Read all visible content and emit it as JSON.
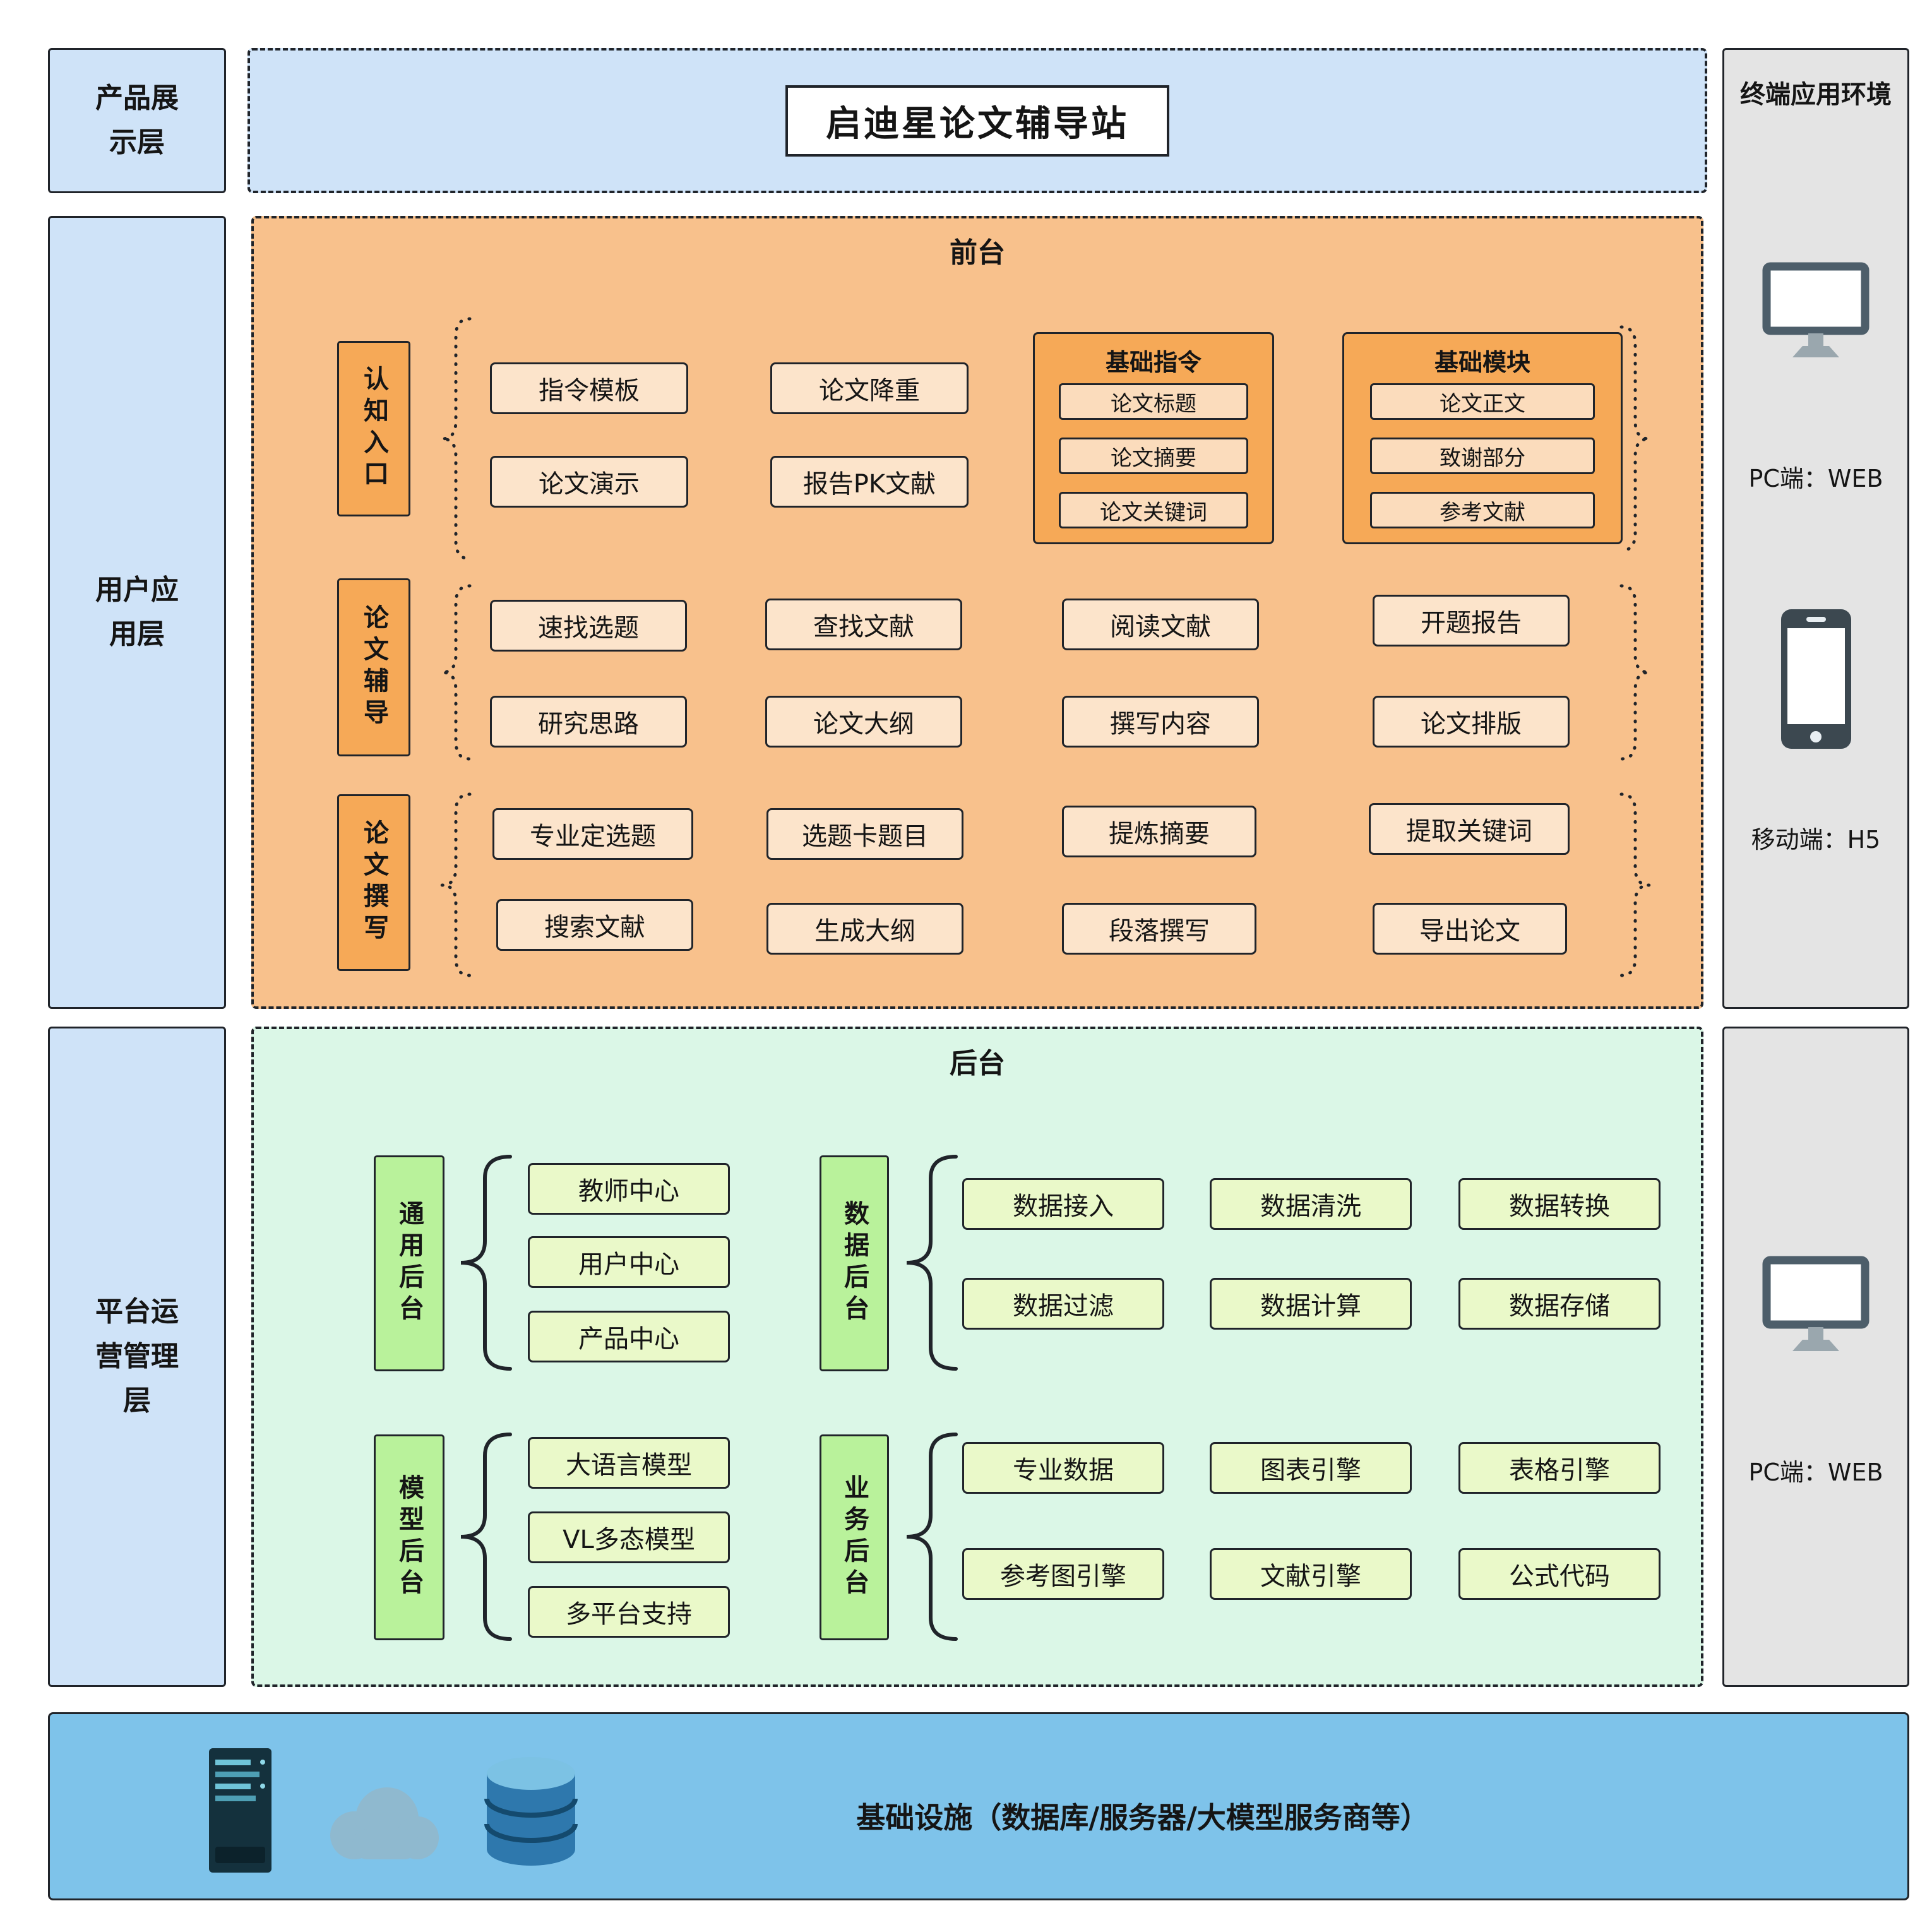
{
  "title": "启迪星论文辅导站",
  "left_layers": [
    {
      "label": "产品展示层"
    },
    {
      "label": "用户应用层"
    },
    {
      "label": "平台运营管理层"
    }
  ],
  "terminal_env": {
    "title": "终端应用环境",
    "pc_web": "PC端：WEB",
    "mobile_h5": "移动端：H5",
    "pc_web_2": "PC端：WEB",
    "icons": [
      "monitor-icon",
      "smartphone-icon",
      "monitor-icon"
    ]
  },
  "frontend": {
    "title": "前台",
    "row1": {
      "category": "认知入口",
      "items": [
        "指令模板",
        "论文演示",
        "论文降重",
        "报告PK文献"
      ],
      "groups": [
        {
          "title": "基础指令",
          "items": [
            "论文标题",
            "论文摘要",
            "论文关键词"
          ]
        },
        {
          "title": "基础模块",
          "items": [
            "论文正文",
            "致谢部分",
            "参考文献"
          ]
        }
      ]
    },
    "row2": {
      "category": "论文辅导",
      "items": [
        "速找选题",
        "研究思路",
        "查找文献",
        "论文大纲",
        "阅读文献",
        "撰写内容",
        "开题报告",
        "论文排版"
      ]
    },
    "row3": {
      "category": "论文撰写",
      "items": [
        "专业定选题",
        "搜索文献",
        "选题卡题目",
        "生成大纲",
        "提炼摘要",
        "段落撰写",
        "提取关键词",
        "导出论文"
      ]
    }
  },
  "backend": {
    "title": "后台",
    "sections": [
      {
        "category": "通用后台",
        "items": [
          "教师中心",
          "用户中心",
          "产品中心"
        ]
      },
      {
        "category": "数据后台",
        "items": [
          "数据接入",
          "数据清洗",
          "数据转换",
          "数据过滤",
          "数据计算",
          "数据存储"
        ]
      },
      {
        "category": "模型后台",
        "items": [
          "大语言模型",
          "VL多态模型",
          "多平台支持"
        ]
      },
      {
        "category": "业务后台",
        "items": [
          "专业数据",
          "图表引擎",
          "表格引擎",
          "参考图引擎",
          "文献引擎",
          "公式代码"
        ]
      }
    ]
  },
  "infrastructure": {
    "label": "基础设施（数据库/服务器/大模型服务商等）",
    "icons": [
      "server-icon",
      "cloud-icon",
      "database-icon"
    ]
  },
  "colors": {
    "layer_fill": "#cfe3f8",
    "frontend_fill": "#f8c18c",
    "frontend_item_fill": "#fce4cb",
    "frontend_accent": "#f6a957",
    "group_item_fill": "#fbdcbc",
    "backend_fill": "#dbf7e7",
    "backend_accent": "#b9f29b",
    "backend_item_fill": "#eaf9c9",
    "infra_fill": "#7ec3ea",
    "panel_fill": "#e4e4e4",
    "border": "#20242a"
  }
}
